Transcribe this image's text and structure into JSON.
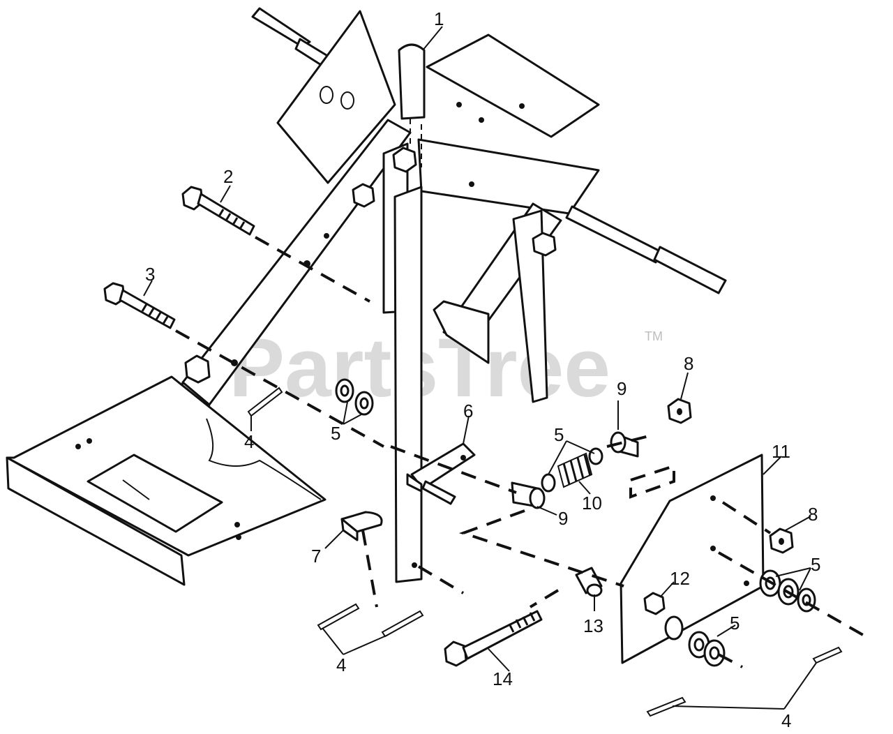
{
  "watermark": {
    "text": "PartsTree",
    "trademark": "TM"
  },
  "callouts": [
    {
      "id": "c1",
      "label": "1"
    },
    {
      "id": "c2",
      "label": "2"
    },
    {
      "id": "c3",
      "label": "3"
    },
    {
      "id": "c4a",
      "label": "4"
    },
    {
      "id": "c5a",
      "label": "5"
    },
    {
      "id": "c6",
      "label": "6"
    },
    {
      "id": "c5b",
      "label": "5"
    },
    {
      "id": "c9a",
      "label": "9"
    },
    {
      "id": "c8a",
      "label": "8"
    },
    {
      "id": "c11",
      "label": "11"
    },
    {
      "id": "c10",
      "label": "10"
    },
    {
      "id": "c9b",
      "label": "9"
    },
    {
      "id": "c8b",
      "label": "8"
    },
    {
      "id": "c7",
      "label": "7"
    },
    {
      "id": "c5c",
      "label": "5"
    },
    {
      "id": "c12",
      "label": "12"
    },
    {
      "id": "c13",
      "label": "13"
    },
    {
      "id": "c5d",
      "label": "5"
    },
    {
      "id": "c4b",
      "label": "4"
    },
    {
      "id": "c14",
      "label": "14"
    },
    {
      "id": "c4c",
      "label": "4"
    }
  ]
}
